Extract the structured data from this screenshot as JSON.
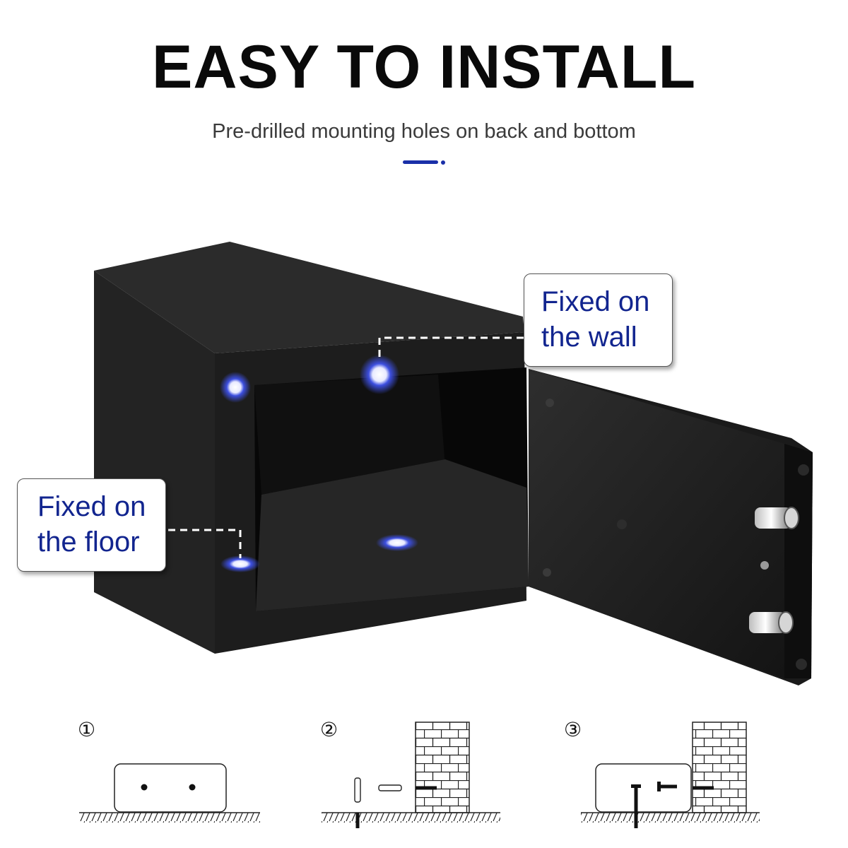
{
  "header": {
    "title": "EASY TO INSTALL",
    "subtitle": "Pre-drilled mounting holes on back and bottom"
  },
  "colors": {
    "accent": "#1a2fa8",
    "callout_text": "#12258f",
    "safe_body": "#1b1b1b",
    "glow": "#3d4fe0"
  },
  "callouts": {
    "wall": {
      "line1": "Fixed on",
      "line2": "the wall"
    },
    "floor": {
      "line1": "Fixed on",
      "line2": "the floor"
    }
  },
  "steps": [
    {
      "number": "①"
    },
    {
      "number": "②"
    },
    {
      "number": "③"
    }
  ]
}
